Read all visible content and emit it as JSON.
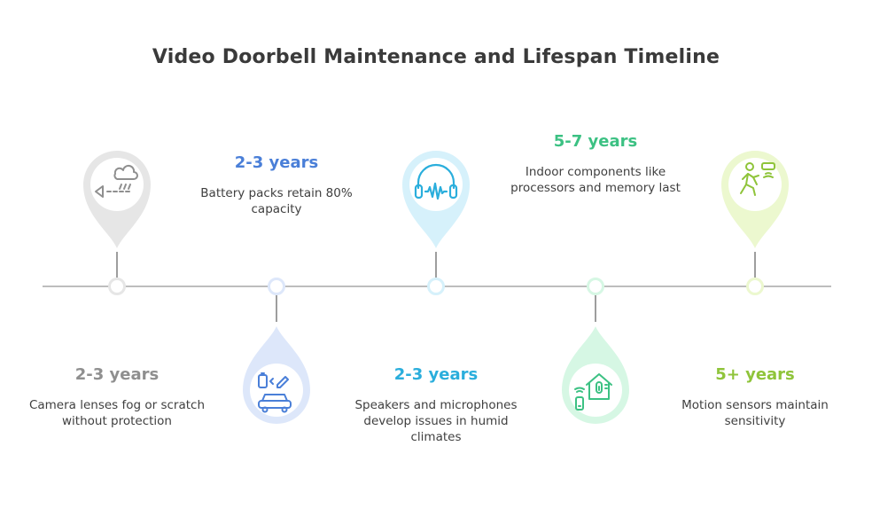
{
  "title": "Video Doorbell Maintenance and Lifespan Timeline",
  "milestones": [
    {
      "years": "2-3 years",
      "description": "Camera lenses fog or scratch without protection",
      "icon": "camera-rain-icon",
      "color": "#8f8f8f",
      "pin_color": "#e6e6e6"
    },
    {
      "years": "2-3 years",
      "description": "Battery packs retain 80% capacity",
      "icon": "battery-car-icon",
      "color": "#4a7fd8",
      "pin_color": "#dde7fa"
    },
    {
      "years": "2-3 years",
      "description": "Speakers and microphones develop issues in humid climates",
      "icon": "headphones-icon",
      "color": "#2aaedc",
      "pin_color": "#d6f1fb"
    },
    {
      "years": "5-7 years",
      "description": "Indoor components like processors and memory last",
      "icon": "smart-home-icon",
      "color": "#3cc183",
      "pin_color": "#d6f7e4"
    },
    {
      "years": "5+ years",
      "description": "Motion sensors maintain sensitivity",
      "icon": "motion-sensor-icon",
      "color": "#8fc43a",
      "pin_color": "#ecf8cf"
    }
  ]
}
